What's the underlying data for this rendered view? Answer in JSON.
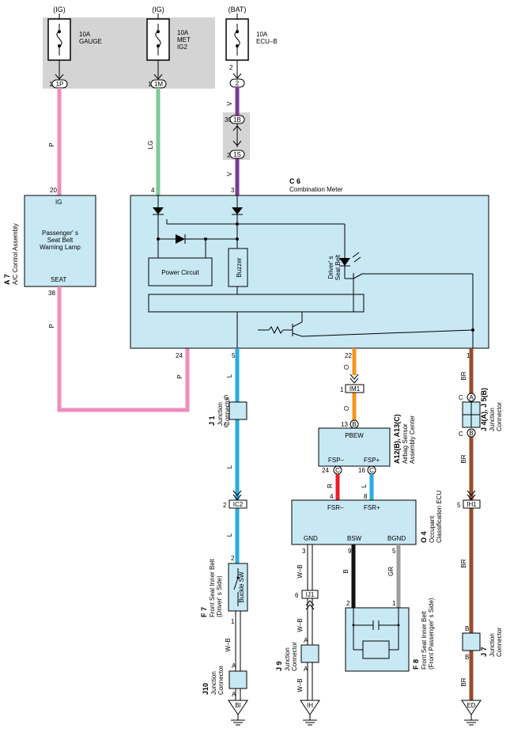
{
  "fuses": {
    "gauge": {
      "source": "(IG)",
      "rating": "10A",
      "name": "GAUGE",
      "pin": "1",
      "conn": "1P"
    },
    "met": {
      "source": "(IG)",
      "rating": "10A",
      "name": "MET",
      "name2": "IG2",
      "pin": "1",
      "conn": "1M"
    },
    "ecub": {
      "source": "(BAT)",
      "rating": "10A",
      "name": "ECU–B",
      "pin": "2",
      "conn": "2"
    }
  },
  "joint": {
    "pin_top": "30",
    "conn_top": "1B",
    "pin_bot": "2",
    "conn_bot": "1S"
  },
  "wire_colors": {
    "p": "P",
    "lg": "LG",
    "v": "V",
    "l": "L",
    "o": "O",
    "br": "BR",
    "r": "R",
    "wb": "W–B",
    "b": "B",
    "gr": "GR"
  },
  "ac": {
    "code": "A 7",
    "name": "A/C Control Assembly",
    "pin_ig": "20",
    "label_ig": "IG",
    "lamp1": "Passenger' s",
    "lamp2": "Seat Belt",
    "lamp3": "Warning Lamp",
    "label_seat": "SEAT",
    "pin_seat": "38"
  },
  "meter": {
    "code": "C 6",
    "name": "Combination Meter",
    "pin_4": "4",
    "pin_3": "3",
    "power_circuit": "Power Circuit",
    "buzzer": "Buzzer",
    "drv1": "Driver' s",
    "drv2": "Seat Belt",
    "pin_24": "24",
    "pin_5": "5",
    "pin_22": "22",
    "pin_1": "1"
  },
  "j1": {
    "code": "J 1",
    "name1": "Junction",
    "name2": "Connector",
    "c": "C"
  },
  "ic2": {
    "pin": "2",
    "conn": "IC2"
  },
  "im1": {
    "pin": "1",
    "conn": "IM1"
  },
  "ih1": {
    "pin": "5",
    "conn": "IH1"
  },
  "airbag": {
    "code": "A12(B), A13(C)",
    "name1": "Airbag Sensor",
    "name2": "Assembly Center",
    "pin_pbew": "13",
    "letter_b": "B",
    "label_pbew": "PBEW",
    "label_fspm": "FSP–",
    "label_fspp": "FSP+",
    "pin_24": "24",
    "pin_16": "16",
    "letter_c": "C"
  },
  "ecu": {
    "code": "O 4",
    "name1": "Occupant",
    "name2": "Classification ECU",
    "pin_4": "4",
    "pin_8": "8",
    "label_fsrm": "FSR–",
    "label_fsrp": "FSR+",
    "label_gnd": "GND",
    "label_bsw": "BSW",
    "label_bgnd": "BGND",
    "pin_3": "3",
    "pin_9": "9",
    "pin_5": "5"
  },
  "j45": {
    "code": "J 4(A), J 5(B)",
    "name1": "Junction",
    "name2": "Connector",
    "a": "A",
    "b": "B",
    "c": "C"
  },
  "f7": {
    "code": "F 7",
    "name1": "Front Seat Inner Belt",
    "name2": "(Driver' s Side)",
    "pin_2": "2",
    "sw": "Buckle SW",
    "pin_1": "1"
  },
  "ij1": {
    "pin": "6",
    "conn": "IJ1"
  },
  "f8": {
    "code": "F 8",
    "name1": "Front Seat Inner Belt",
    "name2": "(Front Passenger' s Side)",
    "pin_2": "2",
    "pin_1": "1"
  },
  "j10": {
    "code": "J10",
    "name1": "Junction",
    "name2": "Connector",
    "a": "A"
  },
  "j9": {
    "code": "J 9",
    "name1": "Junction",
    "name2": "Connector",
    "a": "A"
  },
  "j7": {
    "code": "J 7",
    "name1": "Junction",
    "name2": "Connector",
    "b": "B"
  },
  "grounds": {
    "bi": "BI",
    "ih": "IH",
    "ed": "ED"
  }
}
